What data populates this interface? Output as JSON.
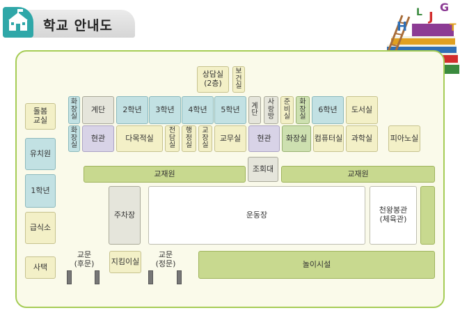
{
  "header": {
    "title": "학교 안내도",
    "icon": "school-building-icon",
    "accent": "#2fa7a8"
  },
  "decor": {
    "books": "stacked-books-illustration"
  },
  "colors": {
    "frame": "#a5cc55",
    "map_bg": "#fafaea",
    "teal": "#c2e1e3",
    "cream": "#f3f0c7",
    "purple": "#d8d3e7",
    "green": "#cde0b0",
    "olive": "#c8d98f"
  },
  "rooms": {
    "counseling": "상담실\n(2층)",
    "health": "보\n건\n실",
    "toilet1": "화\n장\n실",
    "stairs1": "계단",
    "grade2": "2학년",
    "grade3": "3학년",
    "grade4": "4학년",
    "grade5": "5학년",
    "stairs2": "계\n단",
    "staffroom": "사\n랑\n방",
    "prep": "준\n비\n실",
    "toilet2": "화\n장\n실",
    "grade6": "6학년",
    "library": "도서실",
    "toilet3": "화\n장\n실",
    "entrance1": "현관",
    "multipurpose": "다목적실",
    "broadcast": "전\n담\n실",
    "admin": "행\n정\n실",
    "principal": "교\n장\n실",
    "teachers": "교무실",
    "entrance2": "현관",
    "toilet4": "화장실",
    "computer": "컴퓨터실",
    "science": "과학실",
    "piano": "피아노실",
    "care": "돌봄\n교실",
    "kindergarten": "유치원",
    "grade1": "1학년",
    "cafeteria": "급식소",
    "residence": "사택",
    "garden1": "교재원",
    "garden2": "교재원",
    "assembly": "조회대",
    "parking": "주차장",
    "field": "운동장",
    "gym": "천왕봉관\n(체육관)",
    "guard": "지킴이실",
    "playground": "놀이시설"
  },
  "gates": {
    "back": "교문\n(후문)",
    "main": "교문\n(정문)"
  }
}
